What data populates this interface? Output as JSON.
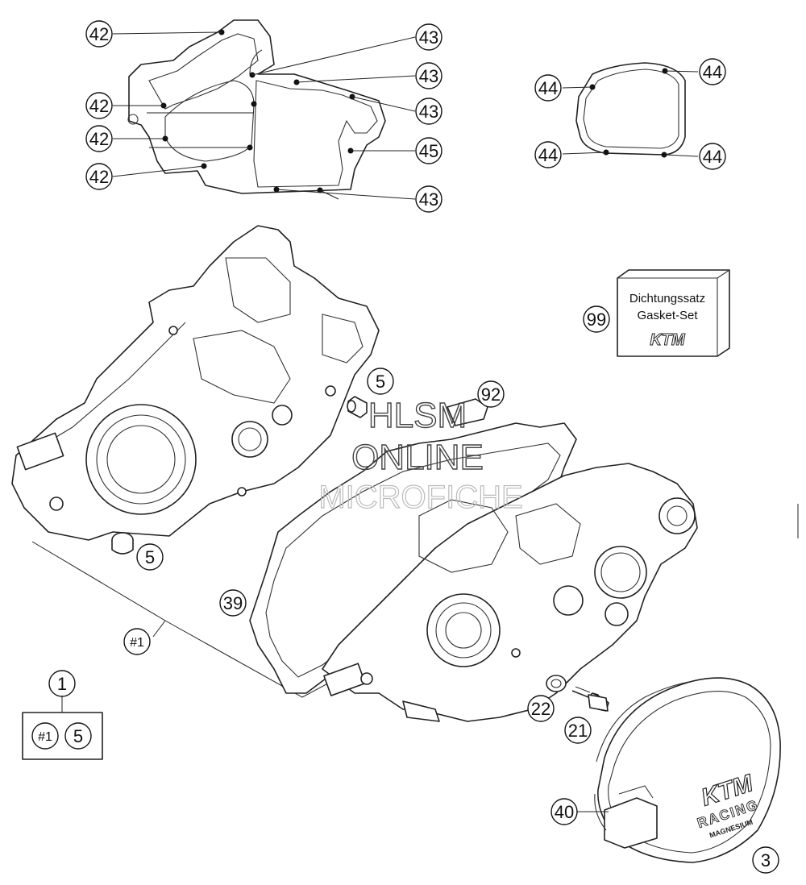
{
  "callouts": {
    "c42a": "42",
    "c42b": "42",
    "c42c": "42",
    "c42d": "42",
    "c43a": "43",
    "c43b": "43",
    "c43c": "43",
    "c43d": "43",
    "c45": "45",
    "c44a": "44",
    "c44b": "44",
    "c44c": "44",
    "c44d": "44",
    "c99": "99",
    "c5a": "5",
    "c92": "92",
    "c5b": "5",
    "c39": "39",
    "c_hash1": "#1",
    "c1": "1",
    "c_hash1_box": "#1",
    "c5_box": "5",
    "c22": "22",
    "c21": "21",
    "c40": "40",
    "c3": "3"
  },
  "gasket_kit": {
    "line1": "Dichtungssatz",
    "line2": "Gasket-Set",
    "logo": "KTM"
  },
  "cover": {
    "brand": "KTM",
    "racing": "RACING",
    "magnesium": "MAGNESIUM"
  },
  "watermark": {
    "line1": "HLSM",
    "line2": "ONLINE",
    "line3": "MICROFICHE"
  }
}
